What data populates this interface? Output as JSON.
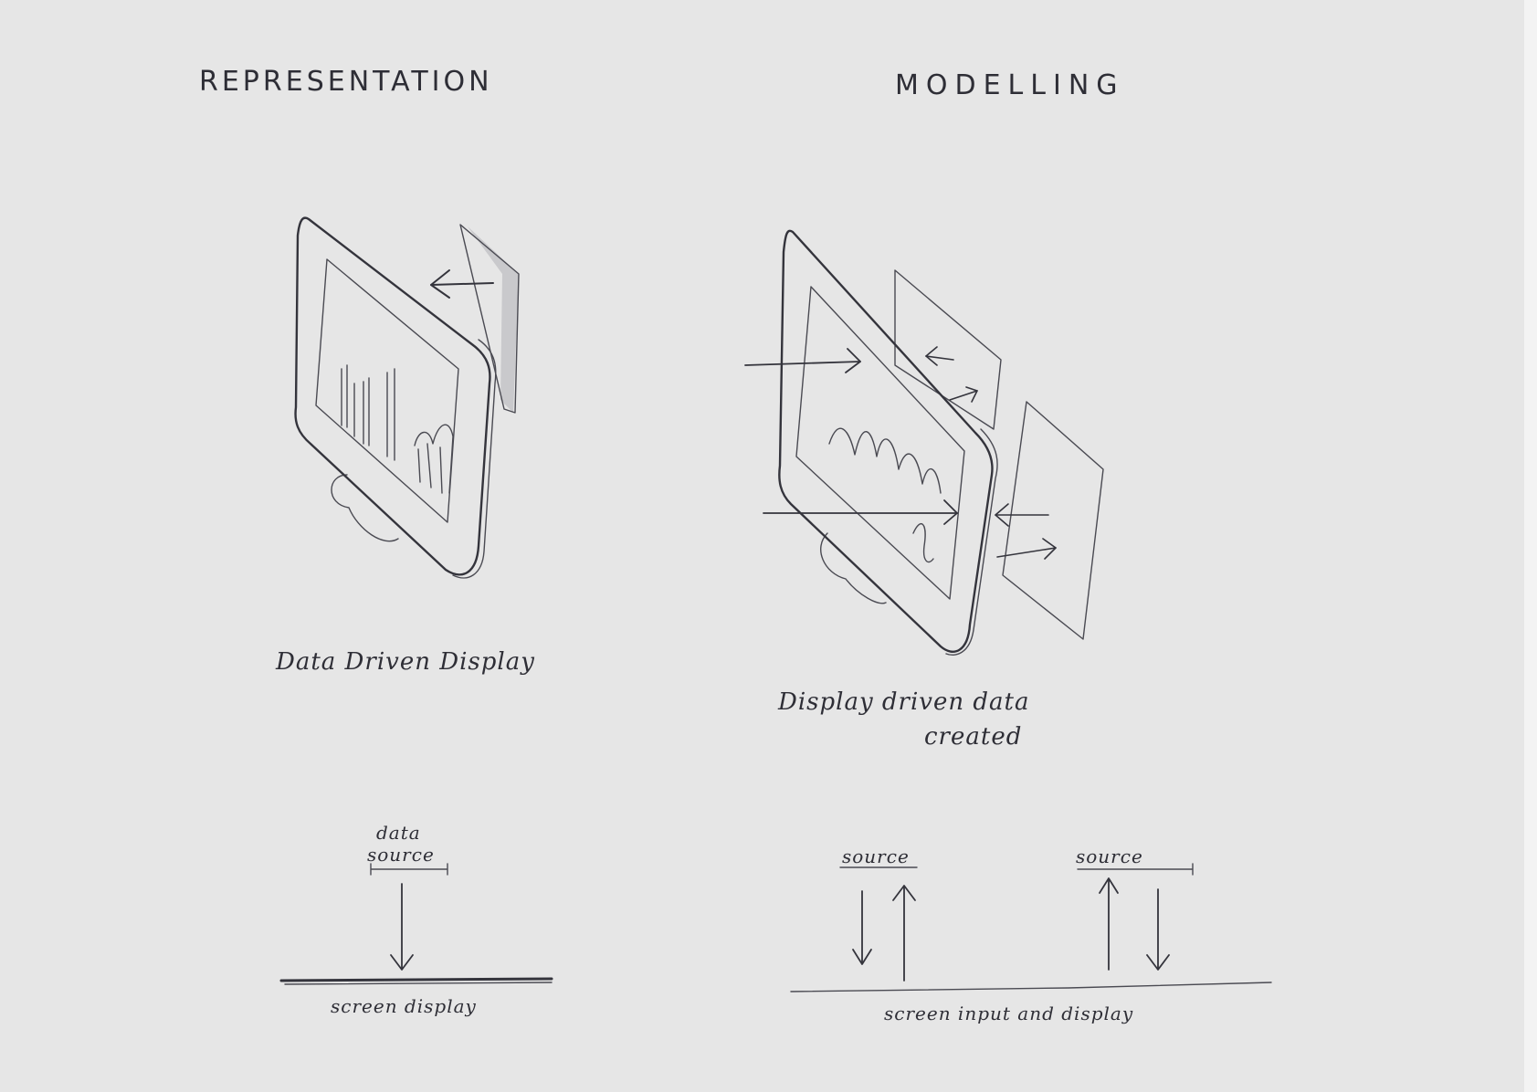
{
  "titles": {
    "left": "REPRESENTATION",
    "right": "MODELLING"
  },
  "captions": {
    "left": "Data Driven Display",
    "right_line1": "Display driven data",
    "right_line2": "created"
  },
  "representation_schema": {
    "source_line1": "data",
    "source_line2": "source",
    "base_label": "screen display"
  },
  "modelling_schema": {
    "source_left": "source",
    "source_right": "source",
    "base_label": "screen input and display"
  },
  "colors": {
    "paper": "#e6e6e6",
    "ink": "#34343c"
  }
}
